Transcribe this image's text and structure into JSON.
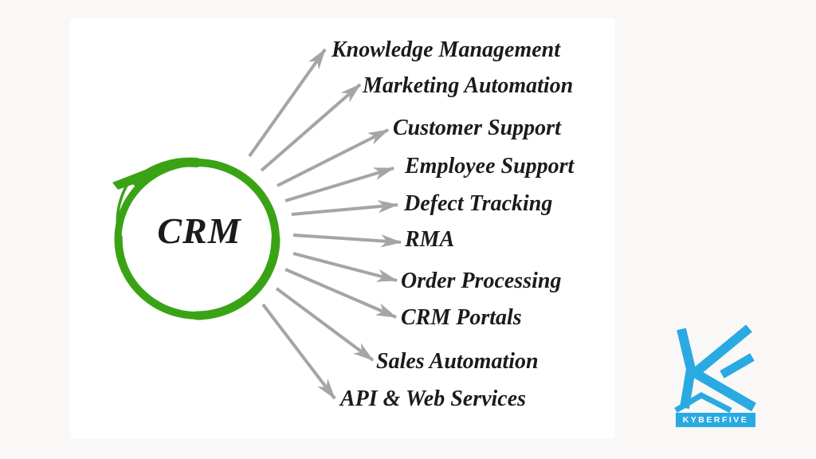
{
  "page": {
    "background_color": "#faf8f7",
    "card_background_color": "#ffffff"
  },
  "diagram": {
    "center_label": "CRM",
    "circle_color": "#3aa315",
    "arrow_color": "#a7a4a3",
    "text_color": "#1b1b1b",
    "items": [
      {
        "label": "Knowledge Management"
      },
      {
        "label": "Marketing Automation"
      },
      {
        "label": "Customer Support"
      },
      {
        "label": "Employee Support"
      },
      {
        "label": "Defect Tracking"
      },
      {
        "label": "RMA"
      },
      {
        "label": "Order Processing"
      },
      {
        "label": "CRM Portals"
      },
      {
        "label": "Sales Automation"
      },
      {
        "label": "API & Web Services"
      }
    ]
  },
  "logo": {
    "brand": "KYBERFIVE",
    "color": "#29aae2",
    "text_color": "#ffffff"
  }
}
